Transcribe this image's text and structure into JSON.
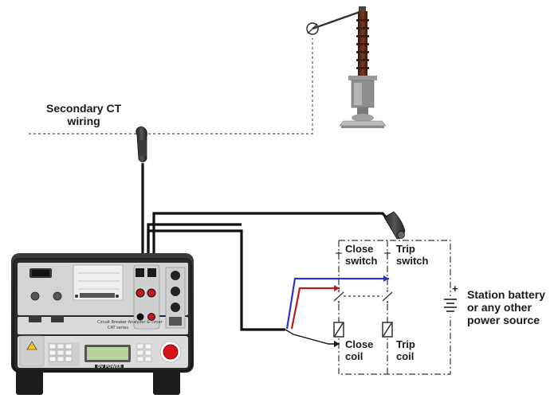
{
  "labels": {
    "secondary_ct_wiring": "Secondary CT\nwiring",
    "close_switch": "Close\nswitch",
    "trip_switch": "Trip\nswitch",
    "close_coil": "Close\ncoil",
    "trip_coil": "Trip\ncoil",
    "battery_plus": "+",
    "station_battery": "Station battery\nor any other\npower source"
  },
  "device": {
    "panel_title": "Circuit Breaker Analyzer & Timer",
    "panel_subtitle": "CAT series",
    "brand": "DV POWER"
  },
  "colors": {
    "wire_black": "#111111",
    "wire_blue": "#2a35c8",
    "wire_red": "#c0181c",
    "dashed_line": "#555555",
    "device_body": "#2b2b2b",
    "device_panel": "#d9d9d9",
    "breaker_pole": "#5a2a1a",
    "display_green": "#b9d49a",
    "stop_button": "#d8141a"
  }
}
